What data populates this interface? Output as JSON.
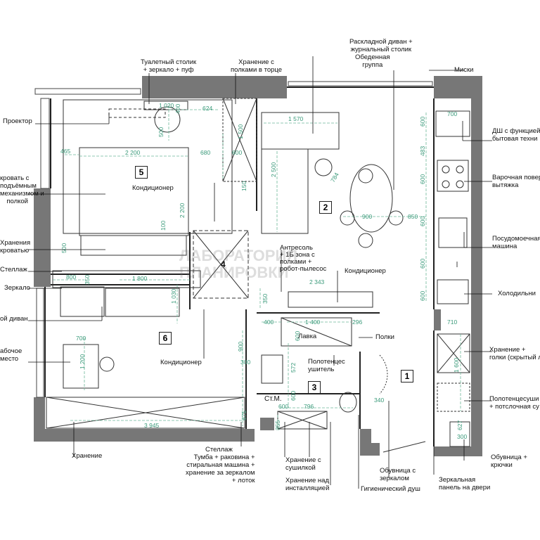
{
  "rooms": {
    "r1": "1",
    "r2": "2",
    "r3": "3",
    "r4": "4",
    "r5": "5",
    "r6": "6",
    "wc": "Ст.М."
  },
  "labels": {
    "tualet": "Туалетный столик\n+ зеркало + пуф",
    "hranenie_polki": "Хранение с\nполками в торце",
    "raskladnoy": "Раскладной диван +\nжурнальный столик",
    "obedennaya": "Обеденная\nгруппа",
    "miski": "Миски",
    "proektor": "Проектор",
    "dsh": "ДШ с функцией\nбытовая техни",
    "krovat": "кровать с\nподъёмным\nмеханизмом и\nполкой",
    "varochnaya": "Варочная повер\nвытяжка",
    "konditsioner1": "Кондиционер",
    "posudomoechnaya": "Посудомоечная\nмашина",
    "hranenie_krovat": "Хранения\nкроватью",
    "antresol": "Антресоль\n+ 1Б зона с\nполками +\nробот-пылесос",
    "konditsioner2": "Кондиционер",
    "stellazh1": "Стеллаж",
    "holodilnik": "Холодильни",
    "zerkalo": "Зеркало",
    "divan": "ой диван",
    "lavka": "Лавка",
    "polki": "Полки",
    "rabochee": "абочое\nместо",
    "hranenie_golki": "Хранение +\nголки (скрытый люк)",
    "polotentsesushitel1": "Полотенцес\nушитель",
    "konditsioner3": "Кондиционер",
    "polotentsesushitel2": "Полотенцесуши\n+ потслочная су",
    "hranenie_bottom": "Хранение",
    "stellazh2": "Стеллаж",
    "tumba": "Тумба + раковина +\nстиральная машина +\nхранение за зеркалом\n+ лоток",
    "hranenie_sushilka": "Хранение с\nсушилкой",
    "obuvnitsa_zerkalo": "Обувница с\nзеркалом",
    "obuvnitsa_kryuchki": "Обувница +\nкрючки",
    "hranenie_installyatsiya": "Хранение над\nинсталляцией",
    "gigienicheskiy": "Гигиенический душ",
    "zerkalnaya": "Зеркальная\nпанель на двери"
  },
  "dimensions": {
    "d1020": "1 020",
    "d400a": "400",
    "d624": "624",
    "d500a": "500",
    "d1500": "1 500",
    "d600a": "600",
    "d680": "680",
    "d465": "465",
    "d2200a": "2 200",
    "d2200b": "2 200",
    "d150": "150",
    "d100": "100",
    "d1570": "1 570",
    "d2500": "2 500",
    "d784": "784",
    "d900a": "900",
    "d850": "850",
    "d700a": "700",
    "d600k1": "600",
    "d483": "483",
    "d600k2": "600",
    "d600k3": "600",
    "d600k4": "600",
    "d600k5": "600",
    "d500b": "500",
    "d800": "800",
    "d350a": "350",
    "d1800": "1 800",
    "d1030": "1 030",
    "d350b": "350",
    "d2343": "2 343",
    "d400b": "400",
    "d1400": "1 400",
    "d296": "296",
    "d600b": "600",
    "d700b": "700",
    "d1200": "1 200",
    "d900b": "900",
    "d300a": "300",
    "d572": "572",
    "d600c": "600",
    "d710": "710",
    "d1600": "1 600",
    "d600d": "600",
    "d796": "796",
    "d340": "340",
    "d675": "675",
    "d3945": "3 945",
    "d355": "355",
    "d627": "627",
    "d300b": "300"
  },
  "watermark": "ЛАБОРАТОРИЯ\nПЛАНИРОВКИ"
}
